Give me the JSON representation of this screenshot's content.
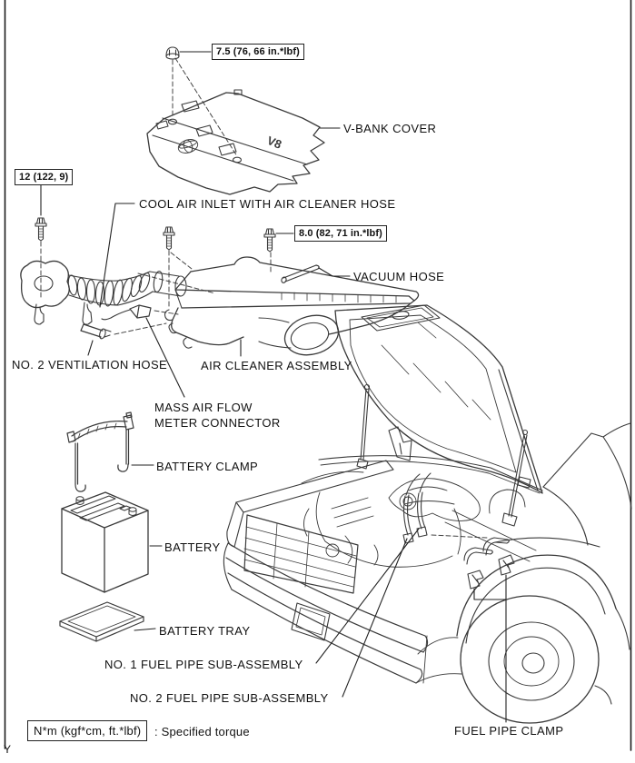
{
  "figure": {
    "kind": "exploded-parts-diagram",
    "v8_badge": "V8",
    "page_marker": "Y"
  },
  "colors": {
    "line": "#3a3a3a",
    "leader": "#222222",
    "text": "#111111",
    "background": "#ffffff"
  },
  "torque_callouts": [
    {
      "id": "vbank-cover-nut",
      "value": "7.5 (76, 66 in.*lbf)"
    },
    {
      "id": "cool-air-inlet-bolt",
      "value": "12 (122, 9)"
    },
    {
      "id": "air-cleaner-bolt",
      "value": "8.0 (82, 71 in.*lbf)"
    }
  ],
  "part_labels": [
    {
      "id": "v-bank-cover",
      "text": "V-BANK COVER"
    },
    {
      "id": "cool-air-inlet",
      "text": "COOL AIR INLET WITH AIR CLEANER HOSE"
    },
    {
      "id": "vacuum-hose",
      "text": "VACUUM HOSE"
    },
    {
      "id": "no2-ventilation-hose",
      "text": "NO. 2 VENTILATION HOSE"
    },
    {
      "id": "air-cleaner-assembly",
      "text": "AIR CLEANER ASSEMBLY"
    },
    {
      "id": "mass-air-flow-meter-connector",
      "line1": "MASS AIR FLOW",
      "line2": "METER CONNECTOR"
    },
    {
      "id": "battery-clamp",
      "text": "BATTERY CLAMP"
    },
    {
      "id": "battery",
      "text": "BATTERY"
    },
    {
      "id": "battery-tray",
      "text": "BATTERY TRAY"
    },
    {
      "id": "no1-fuel-pipe",
      "text": "NO. 1 FUEL PIPE SUB-ASSEMBLY"
    },
    {
      "id": "no2-fuel-pipe",
      "text": "NO. 2 FUEL PIPE SUB-ASSEMBLY"
    },
    {
      "id": "fuel-pipe-clamp",
      "text": "FUEL PIPE CLAMP"
    }
  ],
  "legend": {
    "unit_box": "N*m (kgf*cm, ft.*lbf)",
    "description": ": Specified torque"
  }
}
